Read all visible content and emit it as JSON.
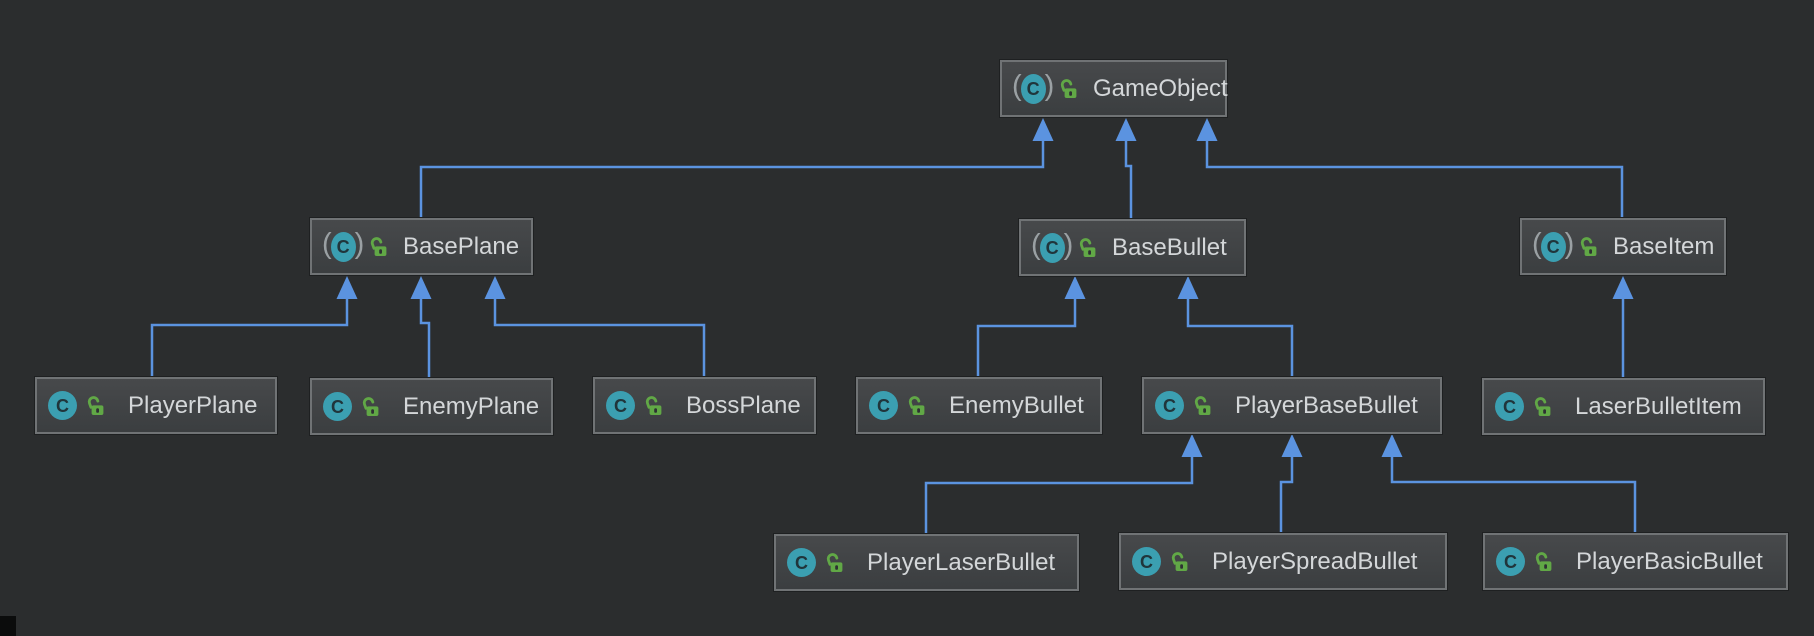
{
  "diagram": {
    "type": "uml-class-inheritance",
    "classes": [
      {
        "name": "GameObject",
        "abstract": true,
        "visibility": "public"
      },
      {
        "name": "BasePlane",
        "abstract": true,
        "visibility": "public"
      },
      {
        "name": "BaseBullet",
        "abstract": true,
        "visibility": "public"
      },
      {
        "name": "BaseItem",
        "abstract": true,
        "visibility": "public"
      },
      {
        "name": "PlayerPlane",
        "abstract": false,
        "visibility": "public"
      },
      {
        "name": "EnemyPlane",
        "abstract": false,
        "visibility": "public"
      },
      {
        "name": "BossPlane",
        "abstract": false,
        "visibility": "public"
      },
      {
        "name": "EnemyBullet",
        "abstract": false,
        "visibility": "public"
      },
      {
        "name": "PlayerBaseBullet",
        "abstract": false,
        "visibility": "public"
      },
      {
        "name": "LaserBulletItem",
        "abstract": false,
        "visibility": "public"
      },
      {
        "name": "PlayerLaserBullet",
        "abstract": false,
        "visibility": "public"
      },
      {
        "name": "PlayerSpreadBullet",
        "abstract": false,
        "visibility": "public"
      },
      {
        "name": "PlayerBasicBullet",
        "abstract": false,
        "visibility": "public"
      }
    ],
    "inheritance": [
      {
        "child": "BasePlane",
        "parent": "GameObject"
      },
      {
        "child": "BaseBullet",
        "parent": "GameObject"
      },
      {
        "child": "BaseItem",
        "parent": "GameObject"
      },
      {
        "child": "PlayerPlane",
        "parent": "BasePlane"
      },
      {
        "child": "EnemyPlane",
        "parent": "BasePlane"
      },
      {
        "child": "BossPlane",
        "parent": "BasePlane"
      },
      {
        "child": "EnemyBullet",
        "parent": "BaseBullet"
      },
      {
        "child": "PlayerBaseBullet",
        "parent": "BaseBullet"
      },
      {
        "child": "LaserBulletItem",
        "parent": "BaseItem"
      },
      {
        "child": "PlayerLaserBullet",
        "parent": "PlayerBaseBullet"
      },
      {
        "child": "PlayerSpreadBullet",
        "parent": "PlayerBaseBullet"
      },
      {
        "child": "PlayerBasicBullet",
        "parent": "PlayerBaseBullet"
      }
    ],
    "icons": {
      "class": "class-icon",
      "abstract_marker": "parentheses-abstract-icon",
      "visibility": "open-lock-icon",
      "edge_end": "up-arrowhead-icon"
    },
    "colors": {
      "background": "#2b2d2e",
      "node_fill_top": "#47494b",
      "node_fill_bottom": "#3b3e40",
      "node_border": "#707375",
      "text": "#d4d7d9",
      "edge": "#5b93e0",
      "class_icon": "#3b9fb1",
      "lock": "#61a846",
      "paren": "#9aa0a3"
    }
  }
}
